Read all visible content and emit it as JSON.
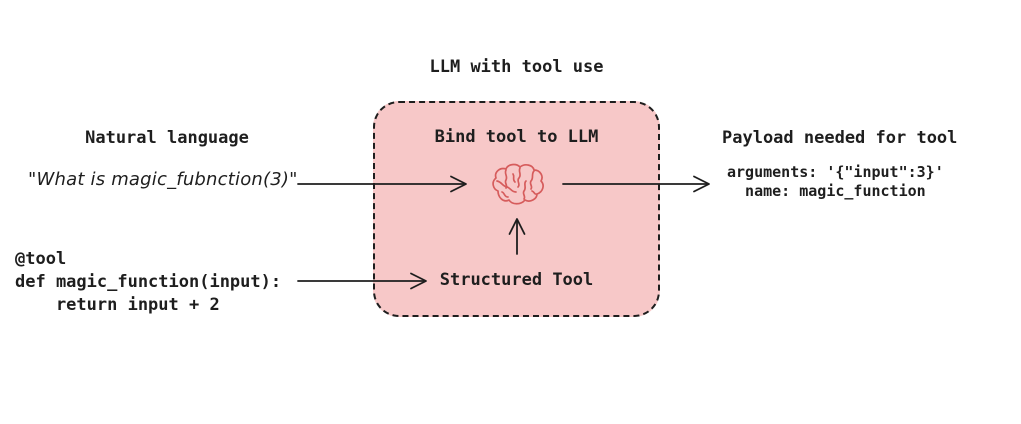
{
  "diagram": {
    "title": "LLM with tool use",
    "left": {
      "label": "Natural language",
      "query": "\"What is magic_fubnction(3)\"",
      "code": "@tool\ndef magic_function(input):\n    return input + 2"
    },
    "box": {
      "heading": "Bind tool to LLM",
      "tool_label": "Structured Tool",
      "brain_icon": "hand-drawn-brain",
      "fill_color": "#f7c8c8",
      "border_color": "#1e1e1e"
    },
    "right": {
      "label": "Payload needed for tool",
      "payload": "arguments: '{\"input\":3}'\n  name: magic_function"
    },
    "colors": {
      "background": "#ffffff",
      "text": "#1e1e1e",
      "arrow": "#1e1e1e",
      "brain_stroke": "#d65c5c"
    }
  }
}
